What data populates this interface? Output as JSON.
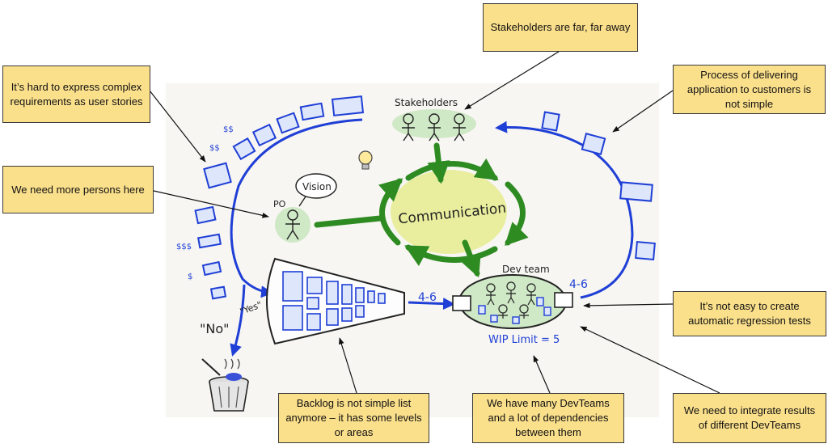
{
  "callouts": {
    "stakeholders_far": "Stakeholders are far, far away",
    "complex_requirements": "It’s hard to express complex requirements as user stories",
    "delivery_process": "Process of delivering application to customers is not simple",
    "more_persons": "We need more persons here",
    "regression_tests": "It’s not easy to create automatic regression tests",
    "backlog_levels": "Backlog is not simple list anymore – it has some levels or areas",
    "many_devteams": "We have many DevTeams and a lot of dependencies between them",
    "integrate_results": "We need to integrate results of different DevTeams"
  },
  "sketch": {
    "stakeholders": "Stakeholders",
    "po": "PO",
    "vision": "Vision",
    "communication": "Communication",
    "dev_team": "Dev team",
    "wip_limit": "WIP Limit = 5",
    "range_left": "4-6",
    "range_right": "4-6",
    "yes": "\"Yes\"",
    "no": "\"No\"",
    "money": [
      "$$",
      "$$",
      "$$$",
      "$"
    ]
  },
  "colors": {
    "callout_fill": "#fbe08c",
    "blue_arrow": "#1f3fd6",
    "green_arrow": "#2e8b22",
    "communication_glow": "#e9ee9e"
  },
  "icons": [
    "lightbulb-icon",
    "trash-can-icon",
    "stick-figure-icon"
  ]
}
